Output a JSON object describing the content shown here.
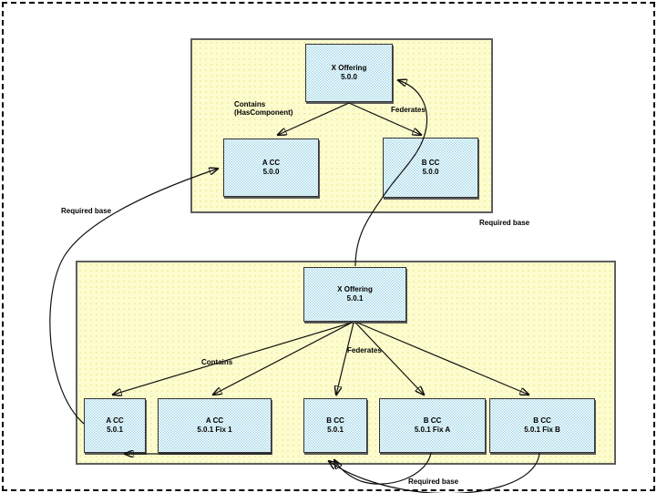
{
  "diagram_title": "",
  "colors": {
    "container_fill": "#FCFCCE",
    "container_dot": "#EDEDA0",
    "node_pattern": "#A5D9E8",
    "node_fill": "#FFFFFF",
    "outline": "#5F5F5F",
    "node_border": "#333333",
    "arrow": "#111111"
  },
  "nodes": {
    "xo500": {
      "name": "X Offering",
      "version": "5.0.0"
    },
    "acc500": {
      "name": "A CC",
      "version": "5.0.0"
    },
    "bcc500": {
      "name": "B CC",
      "version": "5.0.0"
    },
    "xo501": {
      "name": "X Offering",
      "version": "5.0.1"
    },
    "acc501": {
      "name": "A CC",
      "version": "5.0.1"
    },
    "acc501fix1": {
      "name": "A CC",
      "version": "5.0.1 Fix 1"
    },
    "bcc501": {
      "name": "B CC",
      "version": "5.0.1"
    },
    "bcc501fixa": {
      "name": "B CC",
      "version": "5.0.1 Fix A"
    },
    "bcc501fixb": {
      "name": "B CC",
      "version": "5.0.1 Fix B"
    }
  },
  "labels": {
    "contains_top_line1": "Contains",
    "contains_top_line2": "(HasComponent)",
    "federates_top": "Federates",
    "required_base_left": "Required base",
    "required_base_right": "Required base",
    "contains_bottom": "Contains",
    "federates_bottom": "Federates",
    "required_base_bottom": "Required base"
  }
}
